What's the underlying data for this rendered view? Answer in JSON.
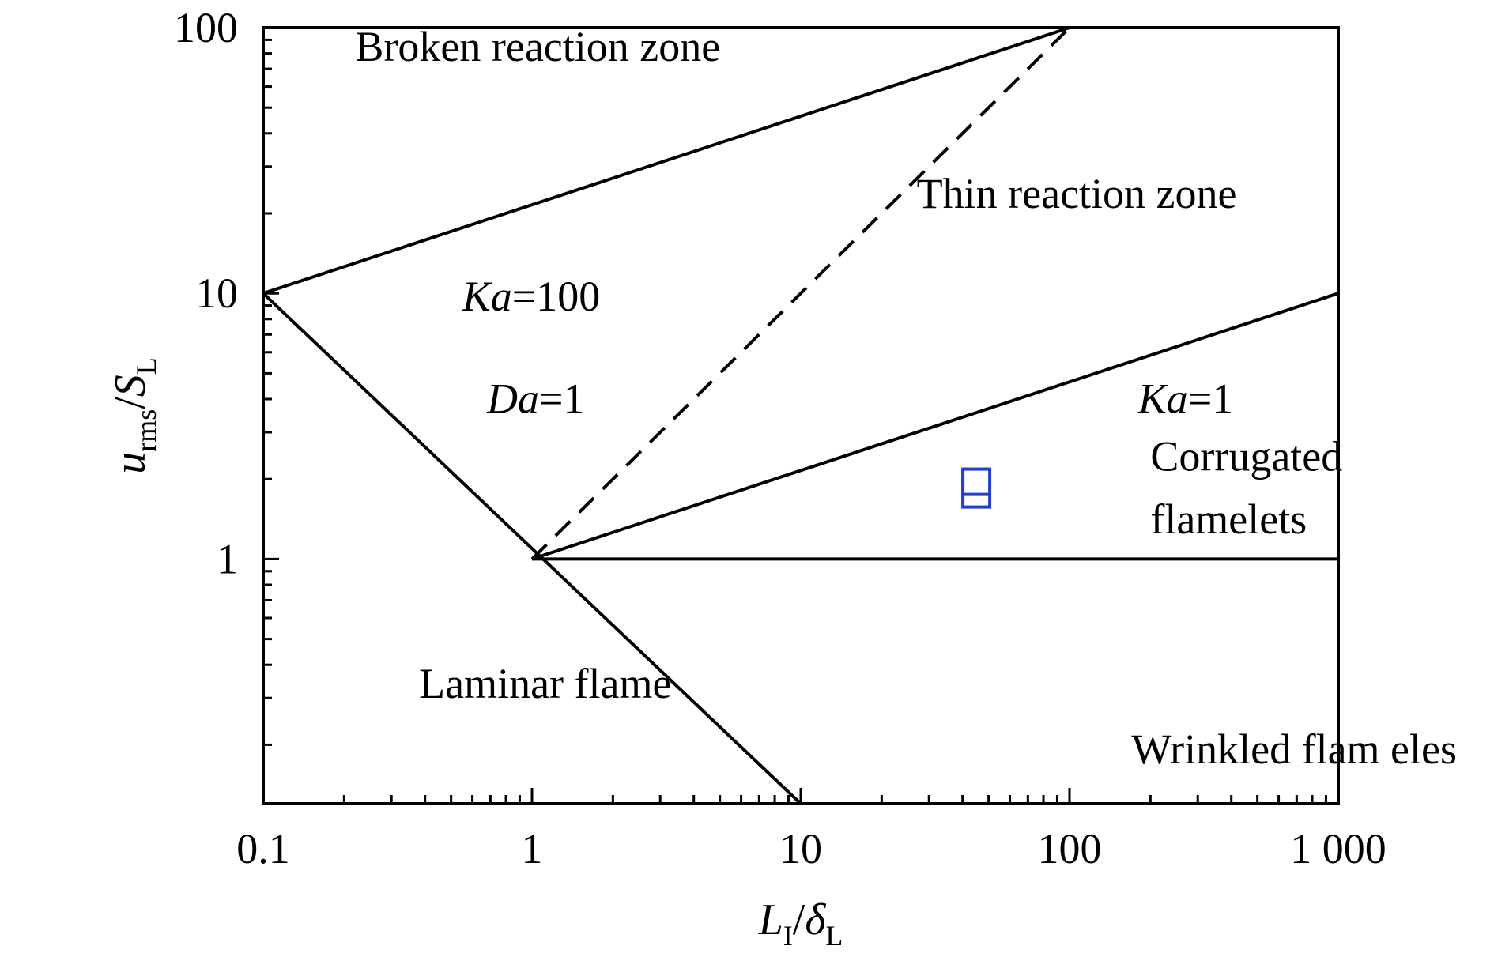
{
  "chart_data": {
    "type": "line",
    "xlabel": {
      "main": "L",
      "sub": "I",
      "sep": "/",
      "main2": "δ",
      "sub2": "L"
    },
    "ylabel": {
      "main": "u",
      "sub": "rms",
      "sep": "/",
      "main2": "S",
      "sub2": "L"
    },
    "x_scale": "log",
    "y_scale": "log",
    "xlim": [
      0.1,
      1000
    ],
    "ylim": [
      0.12,
      100
    ],
    "x_ticks": [
      {
        "value": 0.1,
        "label": "0.1"
      },
      {
        "value": 1,
        "label": "1"
      },
      {
        "value": 10,
        "label": "10"
      },
      {
        "value": 100,
        "label": "100"
      },
      {
        "value": 1000,
        "label": "1 000"
      }
    ],
    "y_ticks": [
      {
        "value": 1,
        "label": "1"
      },
      {
        "value": 10,
        "label": "10"
      },
      {
        "value": 100,
        "label": "100"
      }
    ],
    "series": [
      {
        "id": "ka100",
        "style": "solid",
        "x": [
          0.1,
          100
        ],
        "y": [
          10,
          100
        ]
      },
      {
        "id": "da1",
        "style": "dashed",
        "x": [
          1,
          100
        ],
        "y": [
          1,
          100
        ]
      },
      {
        "id": "ka1",
        "style": "solid",
        "x": [
          1,
          1000
        ],
        "y": [
          1,
          10
        ]
      },
      {
        "id": "unity",
        "style": "solid",
        "x": [
          1,
          1000
        ],
        "y": [
          1,
          1
        ]
      },
      {
        "id": "boundary",
        "style": "solid",
        "x": [
          0.1,
          10
        ],
        "y": [
          10,
          0.12
        ]
      }
    ],
    "markers": [
      {
        "x": 45,
        "y": 1.85,
        "color": "#1f3fd0",
        "shape": "square"
      }
    ],
    "annotations": [
      {
        "id": "broken",
        "parts": [
          {
            "text": "Broken reaction zone"
          }
        ],
        "x": 0.22,
        "y": 75
      },
      {
        "id": "thin",
        "parts": [
          {
            "text": "Thin reaction zone"
          }
        ],
        "x": 27,
        "y": 21
      },
      {
        "id": "ka100-label",
        "parts": [
          {
            "text": "Ka",
            "italic": true
          },
          {
            "text": "=100"
          }
        ],
        "x": 0.55,
        "y": 8.6
      },
      {
        "id": "da1-label",
        "parts": [
          {
            "text": "Da",
            "italic": true
          },
          {
            "text": "=1"
          }
        ],
        "x": 0.68,
        "y": 3.55
      },
      {
        "id": "ka1-label",
        "parts": [
          {
            "text": "Ka",
            "italic": true
          },
          {
            "text": "=1"
          }
        ],
        "x": 180,
        "y": 3.55
      },
      {
        "id": "corrugated-1",
        "parts": [
          {
            "text": "Corrugated"
          }
        ],
        "x": 200,
        "y": 2.15
      },
      {
        "id": "corrugated-2",
        "parts": [
          {
            "text": "flamelets"
          }
        ],
        "x": 200,
        "y": 1.25
      },
      {
        "id": "laminar",
        "parts": [
          {
            "text": "Laminar flame"
          }
        ],
        "x": 0.38,
        "y": 0.3
      },
      {
        "id": "wrinkled",
        "parts": [
          {
            "text": "Wrinkled flam eles"
          }
        ],
        "x": 170,
        "y": 0.17
      }
    ]
  }
}
